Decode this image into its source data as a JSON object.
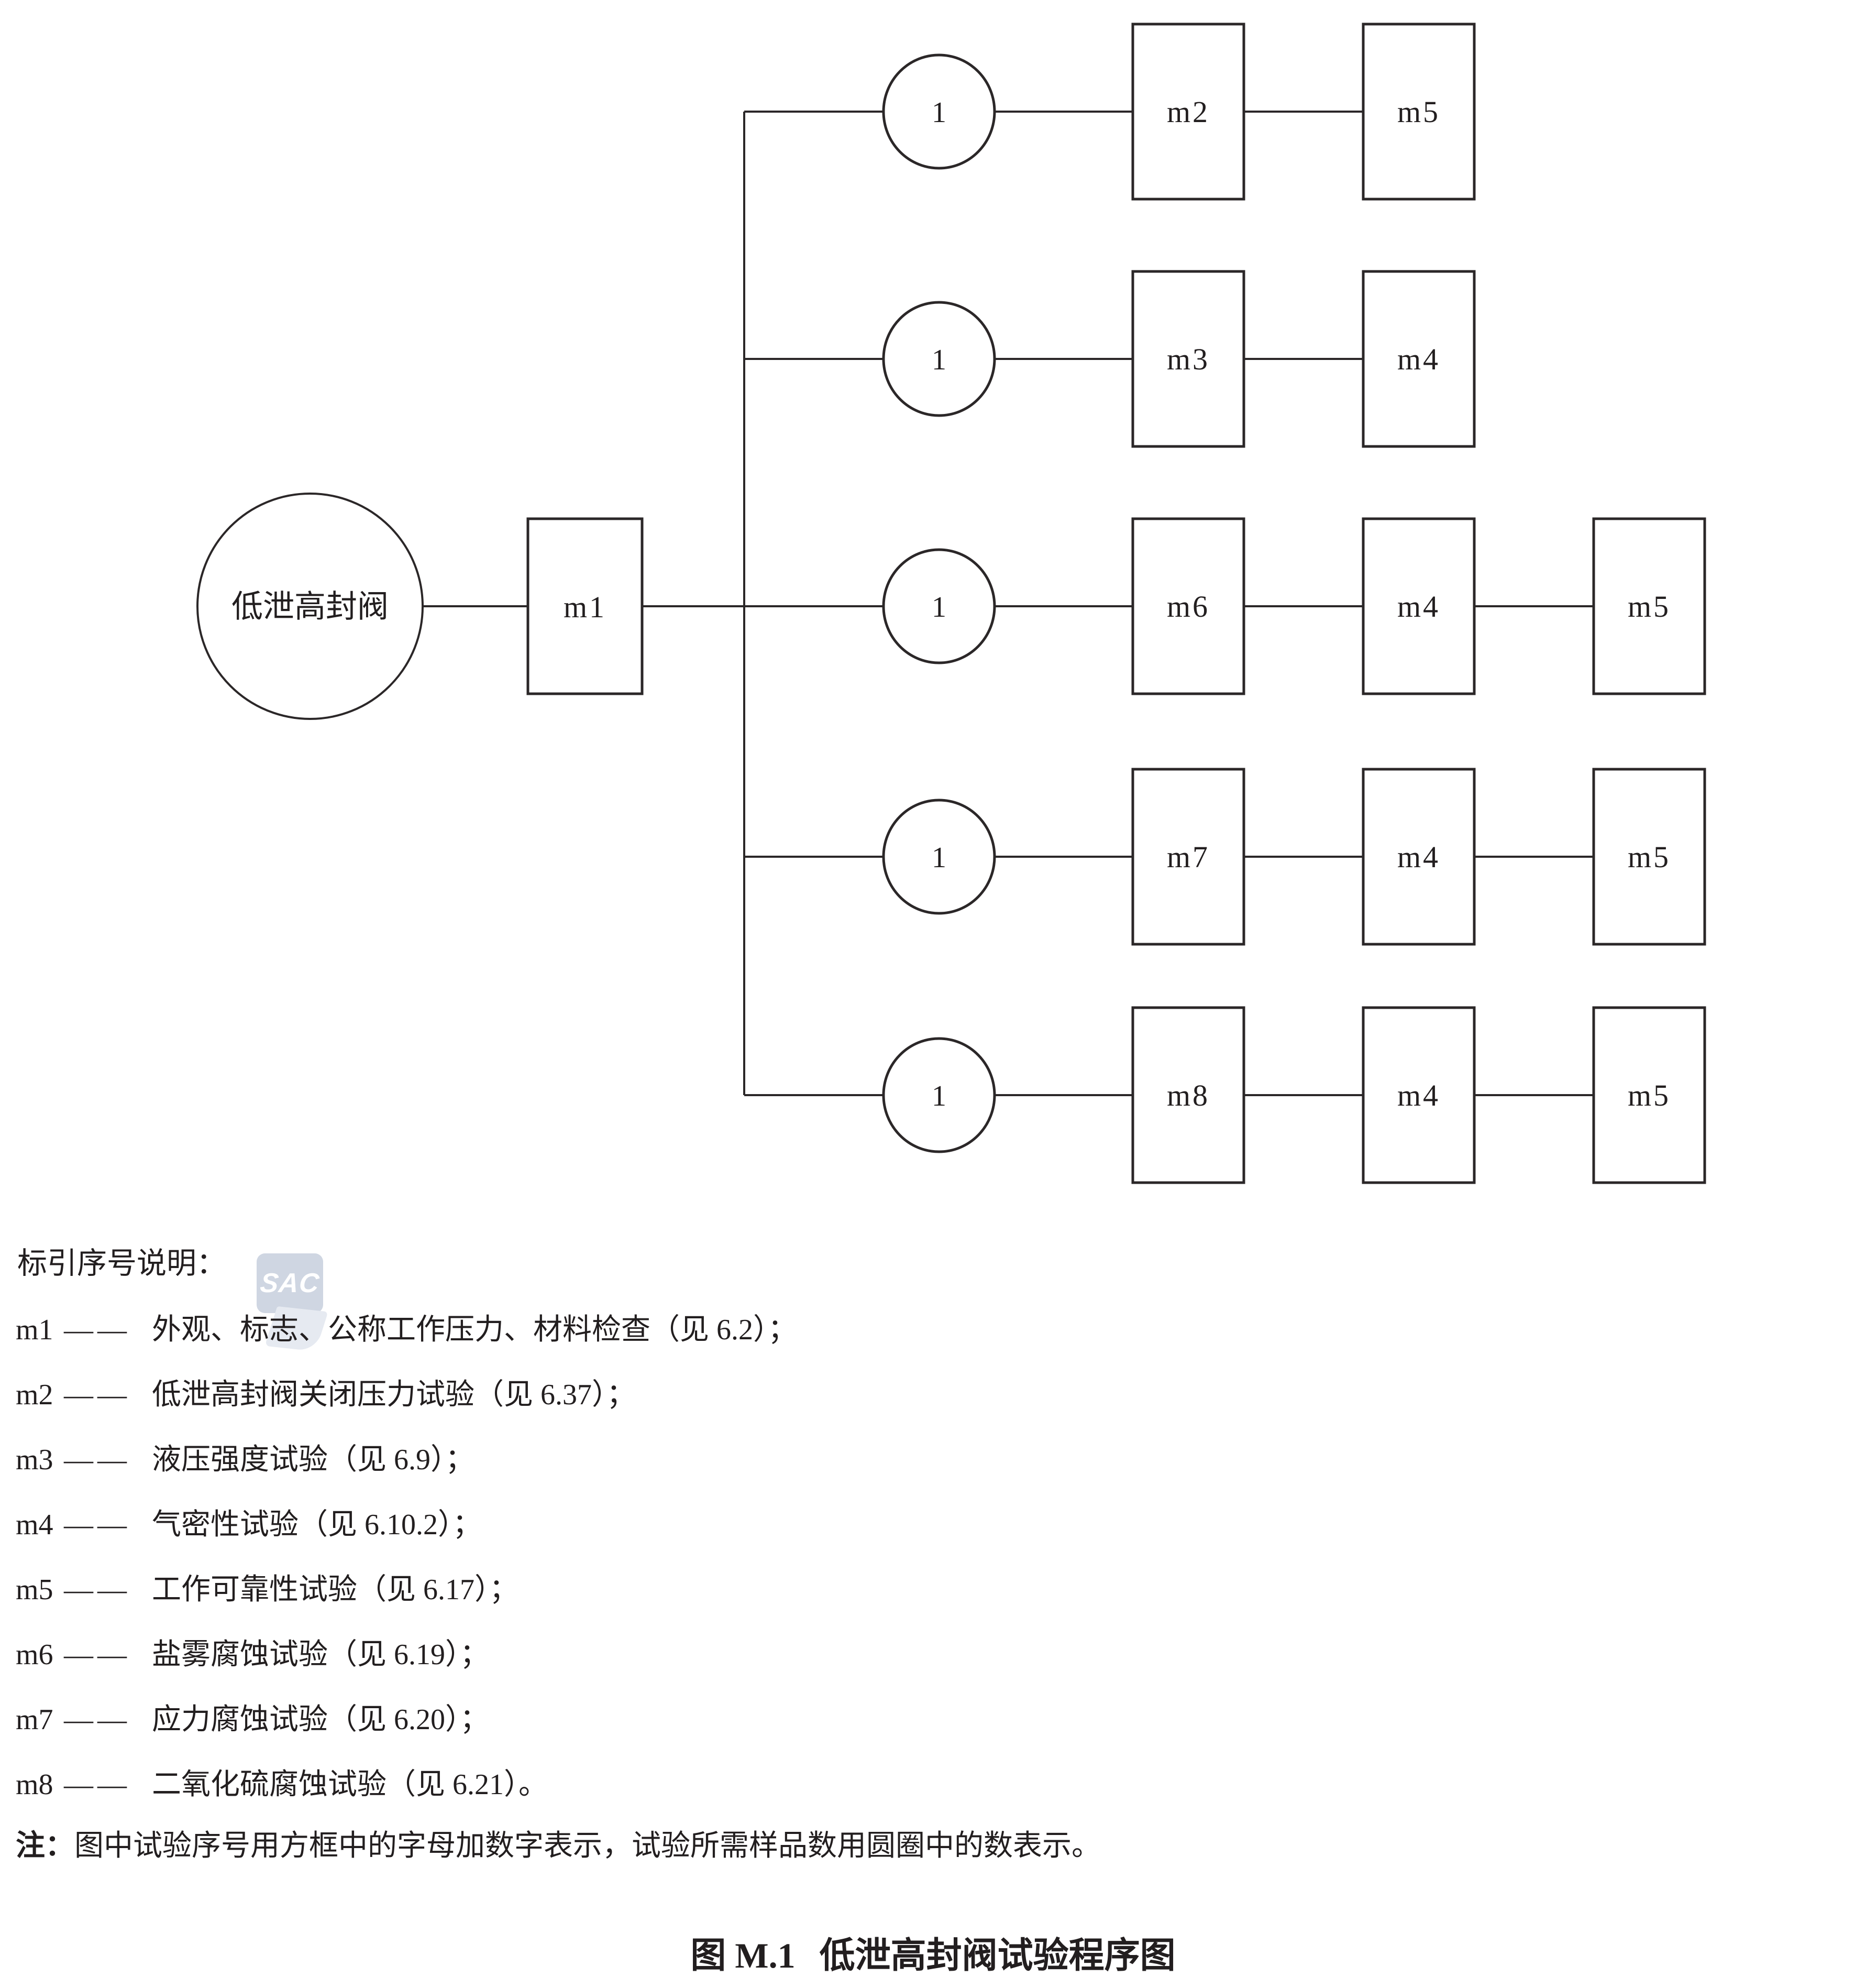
{
  "colors": {
    "line": "#2b2728",
    "text": "#221e1f",
    "background": "#ffffff",
    "watermark_badge": "#cfd6e2",
    "watermark_text": "#ffffff"
  },
  "diagram": {
    "source_label": "低泄高封阀",
    "root_box": "m1",
    "branches": [
      {
        "count": "1",
        "boxes": [
          "m2",
          "m5"
        ]
      },
      {
        "count": "1",
        "boxes": [
          "m3",
          "m4"
        ]
      },
      {
        "count": "1",
        "boxes": [
          "m6",
          "m4",
          "m5"
        ]
      },
      {
        "count": "1",
        "boxes": [
          "m7",
          "m4",
          "m5"
        ]
      },
      {
        "count": "1",
        "boxes": [
          "m8",
          "m4",
          "m5"
        ]
      }
    ]
  },
  "legend": {
    "heading": "标引序号说明：",
    "items": [
      {
        "key": "m1",
        "dash": "——",
        "desc": "外观、标志、公称工作压力、材料检查（见 6.2）；"
      },
      {
        "key": "m2",
        "dash": "——",
        "desc": "低泄高封阀关闭压力试验（见 6.37）；"
      },
      {
        "key": "m3",
        "dash": "——",
        "desc": "液压强度试验（见 6.9）；"
      },
      {
        "key": "m4",
        "dash": "——",
        "desc": "气密性试验（见 6.10.2）；"
      },
      {
        "key": "m5",
        "dash": "——",
        "desc": "工作可靠性试验（见 6.17）；"
      },
      {
        "key": "m6",
        "dash": "——",
        "desc": "盐雾腐蚀试验（见 6.19）；"
      },
      {
        "key": "m7",
        "dash": "——",
        "desc": "应力腐蚀试验（见 6.20）；"
      },
      {
        "key": "m8",
        "dash": "——",
        "desc": "二氧化硫腐蚀试验（见 6.21）。"
      }
    ],
    "note_label": "注：",
    "note_text": "图中试验序号用方框中的字母加数字表示，试验所需样品数用圆圈中的数表示。"
  },
  "caption": {
    "figure_no": "图 M.1",
    "title": "低泄高封阀试验程序图"
  },
  "watermark": {
    "text": "SAC"
  }
}
